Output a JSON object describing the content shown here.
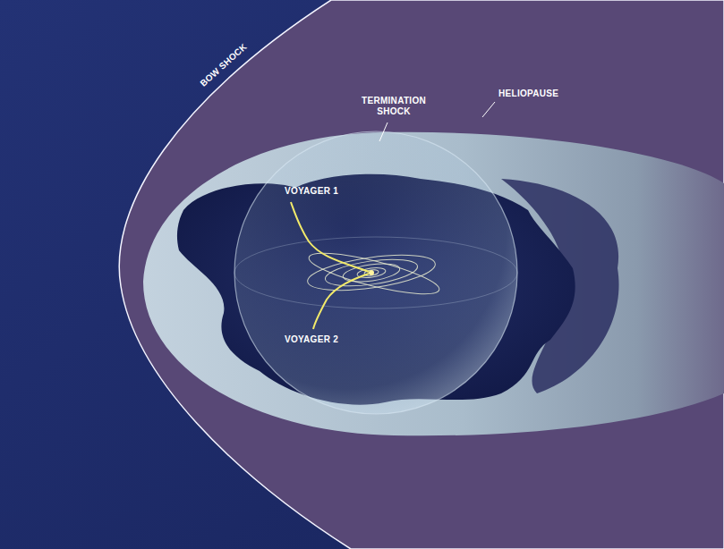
{
  "diagram": {
    "labels": [
      "BOW SHOCK",
      "TERMINATION SHOCK",
      "HELIOPAUSE",
      "VOYAGER 1",
      "VOYAGER 2"
    ]
  }
}
